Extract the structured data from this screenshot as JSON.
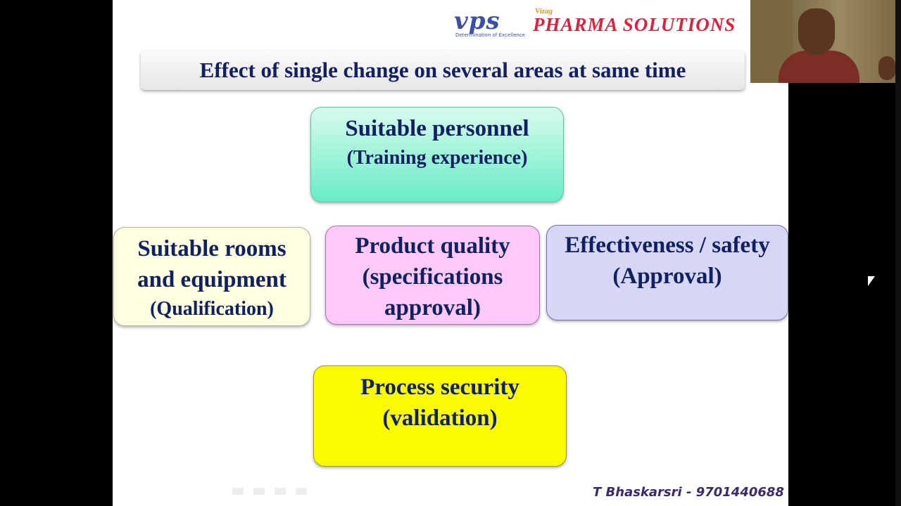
{
  "logo": {
    "mark": "vps",
    "tagline": "Determination of Excellence",
    "city": "Vizag",
    "name": "PHARMA SOLUTIONS"
  },
  "slide": {
    "title": "Effect of single change on several areas at same time",
    "boxes": {
      "personnel": {
        "line1": "Suitable personnel",
        "line2": "(Training experience)",
        "color": "#68ecc4"
      },
      "rooms": {
        "line1": "Suitable rooms",
        "line2": "and equipment",
        "line3": "(Qualification)",
        "color": "#fefee0"
      },
      "quality": {
        "line1": "Product quality",
        "line2": "(specifications",
        "line3": "approval)",
        "color": "#fdc9f8"
      },
      "effect": {
        "line1": "Effectiveness / safety",
        "line2": "(Approval)",
        "color": "#d6d6f6"
      },
      "process": {
        "line1": "Process security",
        "line2": "(validation)",
        "color": "#fbfb00"
      }
    },
    "footer": "T Bhaskarsri - 9701440688"
  },
  "webcam": {
    "icon": "presenter-video"
  },
  "cursor": {
    "icon": "mouse-pointer-icon"
  }
}
